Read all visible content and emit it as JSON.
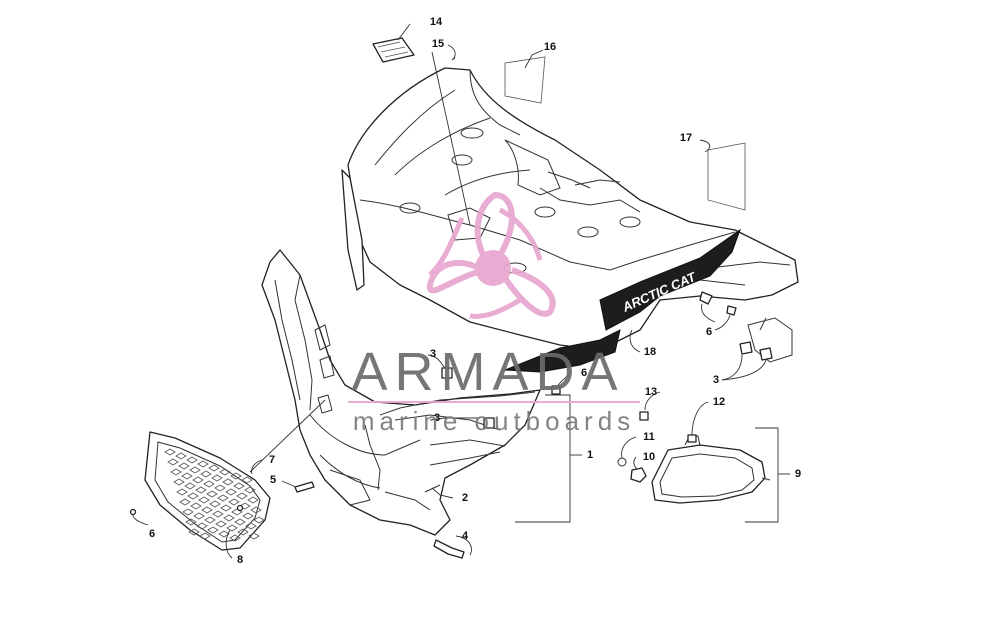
{
  "diagram": {
    "callouts": [
      {
        "id": "c14",
        "label": "14"
      },
      {
        "id": "c15",
        "label": "15"
      },
      {
        "id": "c16",
        "label": "16"
      },
      {
        "id": "c17",
        "label": "17"
      },
      {
        "id": "c18",
        "label": "18"
      },
      {
        "id": "c3a",
        "label": "3"
      },
      {
        "id": "c6a",
        "label": "6"
      },
      {
        "id": "c13",
        "label": "13"
      },
      {
        "id": "c12",
        "label": "12"
      },
      {
        "id": "c11",
        "label": "11"
      },
      {
        "id": "c10",
        "label": "10"
      },
      {
        "id": "c9",
        "label": "9"
      },
      {
        "id": "c1",
        "label": "1"
      },
      {
        "id": "c2",
        "label": "2"
      },
      {
        "id": "c4",
        "label": "4"
      },
      {
        "id": "c7",
        "label": "7"
      },
      {
        "id": "c5",
        "label": "5"
      },
      {
        "id": "c6b",
        "label": "6"
      },
      {
        "id": "c8",
        "label": "8"
      },
      {
        "id": "c3b",
        "label": "3"
      },
      {
        "id": "c6c",
        "label": "6"
      },
      {
        "id": "c3c",
        "label": "3"
      }
    ],
    "decal_text": "ARCTIC CAT"
  },
  "watermark": {
    "title": "ARMADA",
    "subtitle": "marine outboards",
    "color_pink": "#e8a6cf",
    "color_gray": "#6b6b6b"
  }
}
